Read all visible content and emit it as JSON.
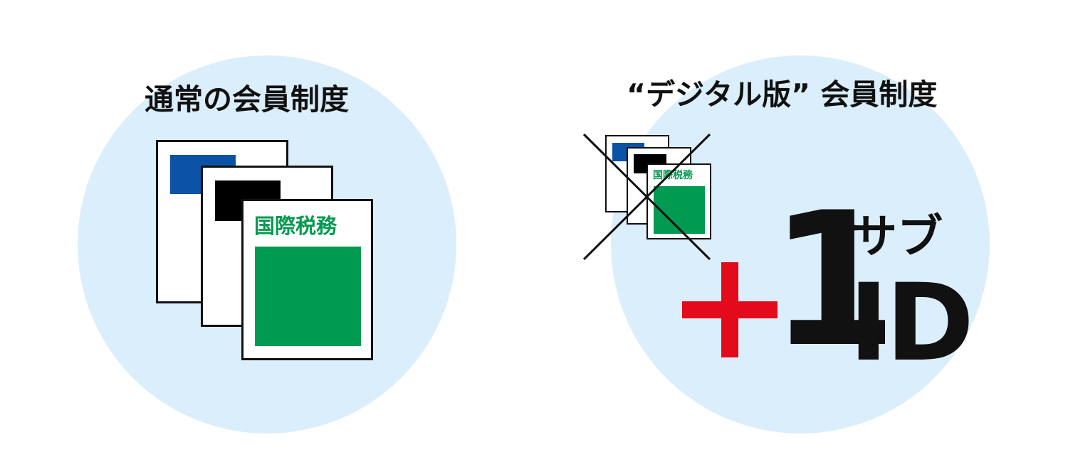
{
  "left_panel": {
    "heading": "通常の会員制度",
    "magazine_title": "国際税務"
  },
  "right_panel": {
    "heading": "“デジタル版” 会員制度",
    "magazine_title": "国際税務",
    "one": "1",
    "sub": "サブ",
    "id": "ID"
  },
  "colors": {
    "circle": "#dbeefb",
    "blue_block": "#0b53a6",
    "black_block": "#000000",
    "green": "#009a50",
    "plus_red": "#e30a1c",
    "text": "#111111"
  }
}
